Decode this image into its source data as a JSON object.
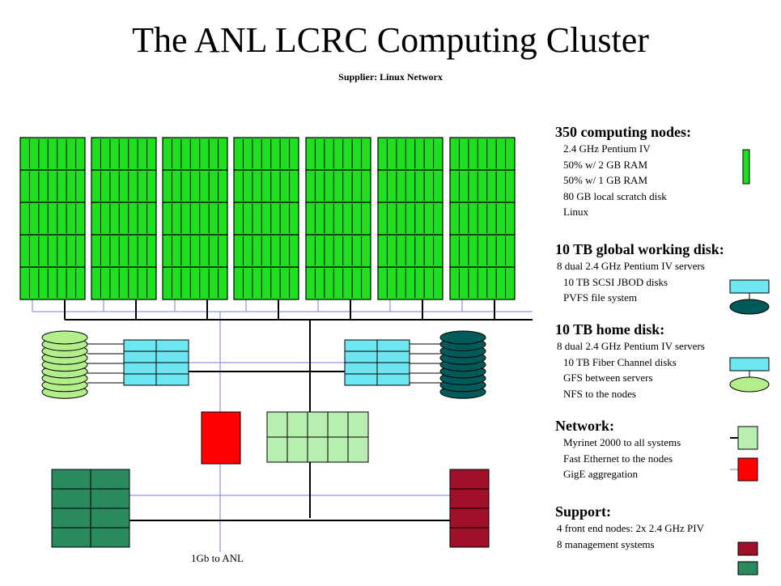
{
  "title": "The ANL LCRC Computing Cluster",
  "subtitle": "Supplier:  Linux Networx",
  "diagram_caption": "1Gb to ANL",
  "colors": {
    "compute": "#1ee01e",
    "server": "#6ee6f2",
    "working_disk": "#005a5a",
    "home_disk": "#b2ef8a",
    "myrinet": "#b7efb0",
    "fast_ethernet": "#ff0000",
    "mgmt": "#a0102a",
    "frontend": "#2a8a5e",
    "blue_line": "#7a7ae6"
  },
  "legend": {
    "compute": {
      "heading": "350 computing nodes:",
      "items": [
        "2.4 GHz Pentium IV",
        "50% w/ 2 GB RAM",
        "50% w/ 1 GB RAM",
        "80 GB local scratch disk",
        "Linux"
      ]
    },
    "working_disk": {
      "heading": "10 TB global working disk:",
      "items": [
        "8 dual 2.4 GHz Pentium IV servers",
        "10 TB SCSI JBOD disks",
        "PVFS file system"
      ]
    },
    "home_disk": {
      "heading": "10 TB home disk:",
      "items": [
        "8 dual 2.4 GHz Pentium IV servers",
        "10 TB Fiber Channel disks",
        "GFS between servers",
        "NFS to the nodes"
      ]
    },
    "network": {
      "heading": "Network:",
      "items": [
        "Myrinet 2000 to all systems",
        "Fast Ethernet to the nodes",
        "GigE aggregation"
      ]
    },
    "support": {
      "heading": "Support:",
      "items": [
        "4 front end nodes: 2x 2.4 GHz PIV",
        "8 management systems"
      ]
    }
  }
}
